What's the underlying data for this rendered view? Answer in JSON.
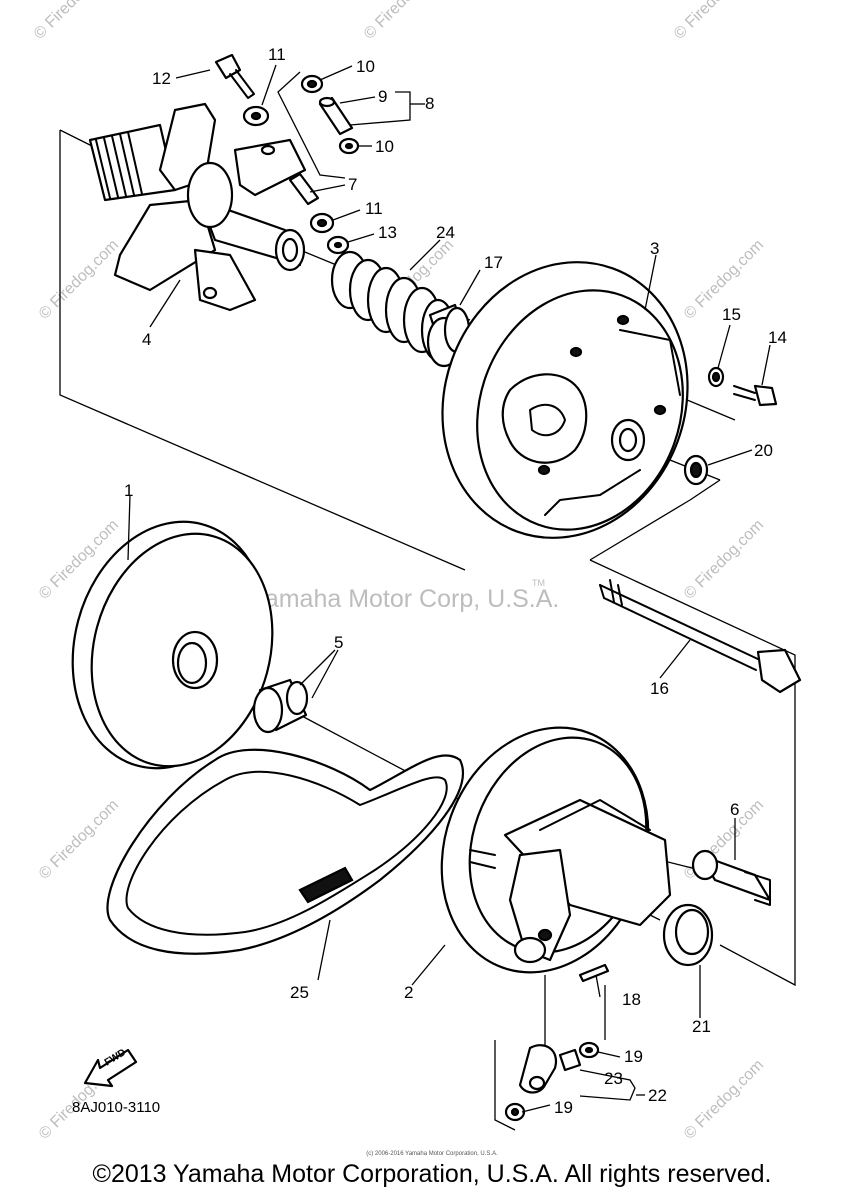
{
  "diagram": {
    "watermark_center": "Yamaha Motor Corp, U.S.A.",
    "watermark_tm": "TM",
    "site_watermark": "© Firedog.com",
    "fwd_label": "FWD",
    "drawing_code": "8AJ010-3110",
    "callouts": {
      "c1": "1",
      "c2": "2",
      "c3": "3",
      "c4": "4",
      "c5": "5",
      "c6": "6",
      "c7": "7",
      "c8": "8",
      "c9": "9",
      "c10a": "10",
      "c10b": "10",
      "c11a": "11",
      "c11b": "11",
      "c12": "12",
      "c13": "13",
      "c14": "14",
      "c15": "15",
      "c16": "16",
      "c17": "17",
      "c18": "18",
      "c19a": "19",
      "c19b": "19",
      "c20": "20",
      "c21": "21",
      "c22": "22",
      "c23": "23",
      "c24": "24",
      "c25": "25"
    }
  },
  "footer": {
    "small_copyright": "(c) 2006-2016 Yamaha Motor Corporation, U.S.A.",
    "copyright": "©2013 Yamaha Motor Corporation, U.S.A. All rights reserved."
  }
}
